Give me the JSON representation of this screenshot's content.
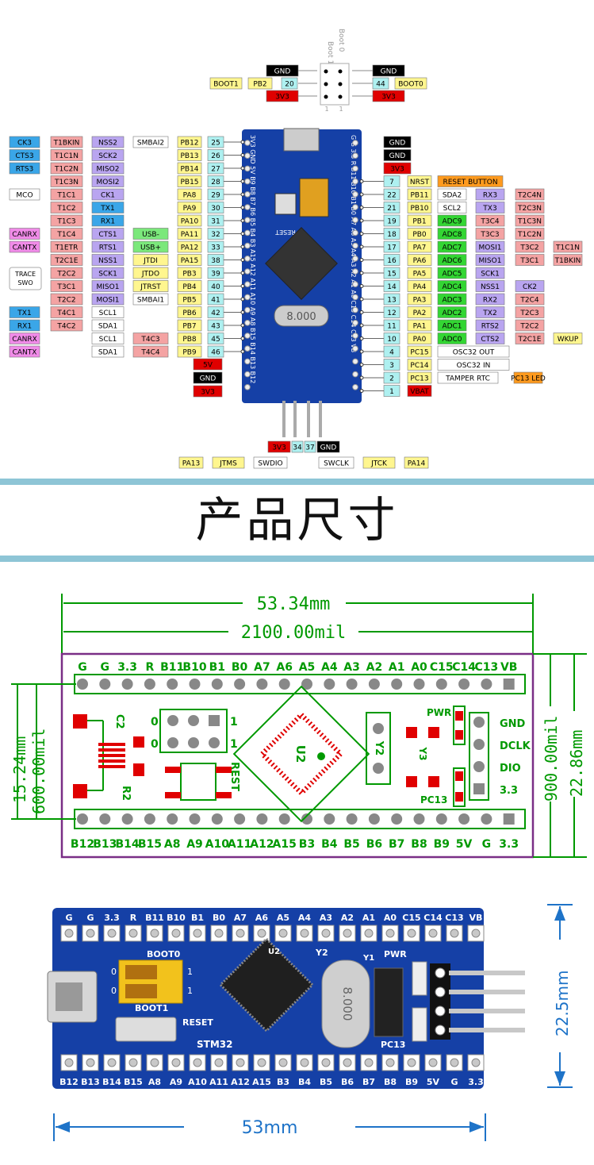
{
  "section_title": "产品尺寸",
  "boot_header": {
    "col_labels": [
      "Boot 1",
      "Boot 0"
    ],
    "row_pins": [
      "0",
      "1"
    ],
    "left": [
      {
        "label": "GND"
      },
      {
        "tags": [
          "BOOT1",
          "PB2",
          "20"
        ]
      },
      {
        "label": "3V3"
      }
    ],
    "right": [
      {
        "label": "GND"
      },
      {
        "tags": [
          "44",
          "BOOT0"
        ]
      },
      {
        "label": "3V3"
      }
    ]
  },
  "left_rows": [
    [
      "CK3",
      "T1BKIN",
      "NSS2",
      "SMBAI2",
      "PB12",
      "25"
    ],
    [
      "CTS3",
      "T1C1N",
      "SCK2",
      "",
      "PB13",
      "26"
    ],
    [
      "RTS3",
      "T1C2N",
      "MISO2",
      "",
      "PB14",
      "27"
    ],
    [
      "",
      "T1C3N",
      "MOSI2",
      "",
      "PB15",
      "28"
    ],
    [
      "MCO",
      "T1C1",
      "CK1",
      "",
      "PA8",
      "29"
    ],
    [
      "",
      "T1C2",
      "TX1",
      "",
      "PA9",
      "30"
    ],
    [
      "",
      "T1C3",
      "RX1",
      "",
      "PA10",
      "31"
    ],
    [
      "CANRX",
      "T1C4",
      "CTS1",
      "USB-",
      "PA11",
      "32"
    ],
    [
      "CANTX",
      "T1ETR",
      "RTS1",
      "USB+",
      "PA12",
      "33"
    ],
    [
      "",
      "T2C1E",
      "NSS1",
      "JTDI",
      "PA15",
      "38"
    ],
    [
      "TRACE SWO",
      "T2C2",
      "SCK1",
      "JTDO",
      "PB3",
      "39"
    ],
    [
      "",
      "T3C1",
      "MISO1",
      "JTRST",
      "PB4",
      "40"
    ],
    [
      "",
      "T2C2",
      "MOSI1",
      "SMBAI1",
      "PB5",
      "41"
    ],
    [
      "TX1",
      "T4C1",
      "SCL1",
      "",
      "PB6",
      "42"
    ],
    [
      "RX1",
      "T4C2",
      "SDA1",
      "",
      "PB7",
      "43"
    ],
    [
      "CANRX",
      "",
      "SCL1",
      "T4C3",
      "PB8",
      "45"
    ],
    [
      "CANTX",
      "",
      "SDA1",
      "T4C4",
      "PB9",
      "46"
    ]
  ],
  "left_power": [
    "5V",
    "GND",
    "3V3"
  ],
  "right_rows": [
    [
      "GND"
    ],
    [
      "GND"
    ],
    [
      "3V3"
    ],
    [
      "7",
      "NRST",
      "RESET BUTTON"
    ],
    [
      "22",
      "PB11",
      "SDA2",
      "RX3",
      "T2C4N"
    ],
    [
      "21",
      "PB10",
      "SCL2",
      "TX3",
      "T2C3N"
    ],
    [
      "19",
      "PB1",
      "ADC9",
      "T3C4",
      "T1C3N"
    ],
    [
      "18",
      "PB0",
      "ADC8",
      "T3C3",
      "T1C2N"
    ],
    [
      "17",
      "PA7",
      "ADC7",
      "MOSI1",
      "T3C2",
      "T1C1N"
    ],
    [
      "16",
      "PA6",
      "ADC6",
      "MISO1",
      "T3C1",
      "T1BKIN"
    ],
    [
      "15",
      "PA5",
      "ADC5",
      "SCK1"
    ],
    [
      "14",
      "PA4",
      "ADC4",
      "NSS1",
      "CK2"
    ],
    [
      "13",
      "PA3",
      "ADC3",
      "RX2",
      "T2C4"
    ],
    [
      "12",
      "PA2",
      "ADC2",
      "TX2",
      "T2C3"
    ],
    [
      "11",
      "PA1",
      "ADC1",
      "RTS2",
      "T2C2"
    ],
    [
      "10",
      "PA0",
      "ADC0",
      "CTS2",
      "T2C1E",
      "WKUP"
    ],
    [
      "4",
      "PC15",
      "OSC32 OUT"
    ],
    [
      "3",
      "PC14",
      "OSC32 IN"
    ],
    [
      "2",
      "PC13",
      "TAMPER RTC",
      "PC13 LED"
    ],
    [
      "1",
      "VBAT"
    ]
  ],
  "board_left_silk": "3V3 GND 5V B9 B8 B7 B6 B5 B4 B3 A15 A12 A11 A10 A9 A8 B15 B14 B13 B12",
  "board_right_silk": "G G 3.3 R B11 B10 B1 B0 A7 A6 A5 A4 A3 A2 A1 A0 C15 C14 C13 VB",
  "board_reset": "RESET",
  "board_crystal": "8.000",
  "swd": {
    "pins": [
      "3V3",
      "34",
      "37",
      "GND"
    ],
    "tags": [
      "PA13",
      "JTMS",
      "SWDIO",
      "SWCLK",
      "JTCK",
      "PA14"
    ]
  },
  "drawing": {
    "width_mm": "53.34mm",
    "width_mil": "2100.00mil",
    "height_mil": "900.00mil",
    "height_mm": "22.86mm",
    "pitch_mm": "15.24mm",
    "pitch_mil": "600.00mil",
    "top_row": [
      "G",
      "G",
      "3.3",
      "R",
      "B11",
      "B10",
      "B1",
      "B0",
      "A7",
      "A6",
      "A5",
      "A4",
      "A3",
      "A2",
      "A1",
      "A0",
      "C15",
      "C14",
      "C13",
      "VB"
    ],
    "bottom_row": [
      "B12",
      "B13",
      "B14",
      "B15",
      "A8",
      "A9",
      "A10",
      "A11",
      "A12",
      "A15",
      "B3",
      "B4",
      "B5",
      "B6",
      "B7",
      "B8",
      "B9",
      "5V",
      "G",
      "3.3"
    ],
    "swd_labels": [
      "GND",
      "DCLK",
      "DIO",
      "3.3"
    ],
    "c2": "C2",
    "r2": "R2",
    "rest": "REST",
    "u2": "U2",
    "y2": "Y2",
    "y3": "Y3",
    "pwr": "PWR",
    "pc13": "PC13",
    "jumper_nums": [
      "0",
      "0",
      "1",
      "1"
    ]
  },
  "photo": {
    "top_row": [
      "G",
      "G",
      "3.3",
      "R",
      "B11",
      "B10",
      "B1",
      "B0",
      "A7",
      "A6",
      "A5",
      "A4",
      "A3",
      "A2",
      "A1",
      "A0",
      "C15",
      "C14",
      "C13",
      "VB"
    ],
    "bottom_row": [
      "B12",
      "B13",
      "B14",
      "B15",
      "A8",
      "A9",
      "A10",
      "A11",
      "A12",
      "A15",
      "B3",
      "B4",
      "B5",
      "B6",
      "B7",
      "B8",
      "B9",
      "5V",
      "G",
      "3.3"
    ],
    "boot0": "BOOT0",
    "boot1": "BOOT1",
    "reset": "RESET",
    "stm32": "STM32",
    "u2": "U2",
    "y2": "Y2",
    "y1": "Y1",
    "pwr": "PWR",
    "pc13": "PC13",
    "crystal": "8.000",
    "jumper_nums": [
      "0",
      "0",
      "1",
      "1"
    ],
    "width": "53mm",
    "height": "22.5mm"
  },
  "colors": {
    "gnd": "#000000",
    "v33": "#e00000",
    "pin": "#aef0f0",
    "port": "#fff68f",
    "timer": "#f4a3a3",
    "spi": "#b9a5f0",
    "uart": "#3aa6e8",
    "usb": "#7be87b",
    "adc": "#33d633",
    "misc": "#ffffff",
    "orange": "#ff9a1e",
    "pink": "#f08be8",
    "board": "#1540a6",
    "dim_green": "#009900",
    "purple": "#7a2e86",
    "blue_dim": "#1e73c8"
  }
}
